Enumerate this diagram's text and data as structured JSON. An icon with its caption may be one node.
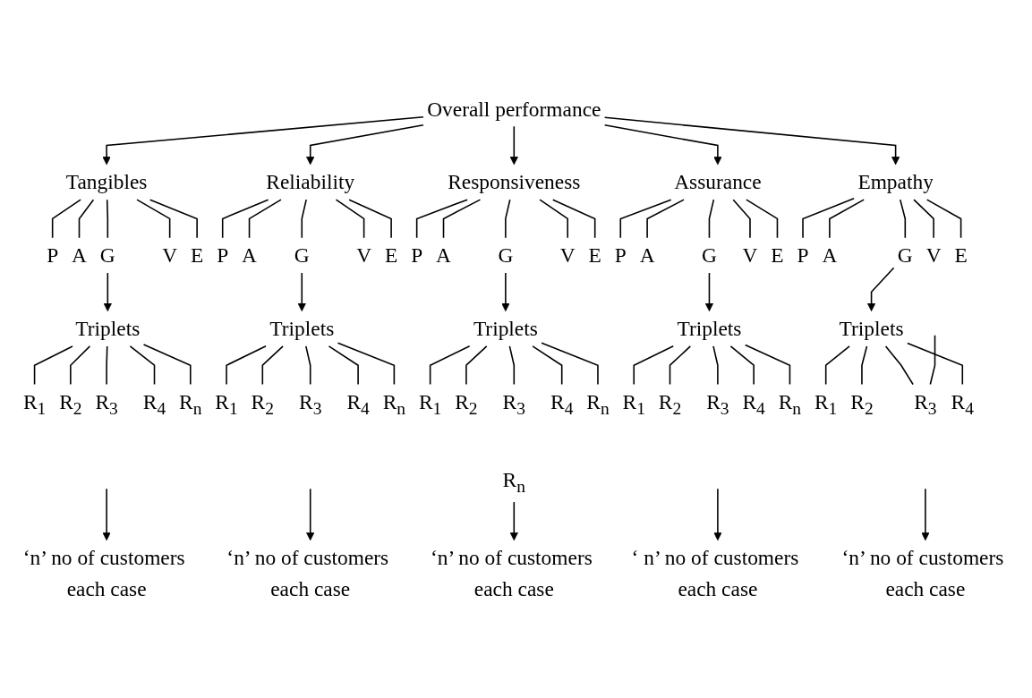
{
  "diagram": {
    "nodes": [
      {
        "text": [
          "Overall performance"
        ]
      },
      {
        "text": [
          "Tangibles"
        ]
      },
      {
        "text": [
          "Reliability"
        ]
      },
      {
        "text": [
          "Responsiveness"
        ]
      },
      {
        "text": [
          "Assurance"
        ]
      },
      {
        "text": [
          "Empathy"
        ]
      },
      {
        "text": [
          "P"
        ]
      },
      {
        "text": [
          "A"
        ]
      },
      {
        "text": [
          "G"
        ]
      },
      {
        "text": [
          "V"
        ]
      },
      {
        "text": [
          "E"
        ]
      },
      {
        "text": [
          "P"
        ]
      },
      {
        "text": [
          "A"
        ]
      },
      {
        "text": [
          "G"
        ]
      },
      {
        "text": [
          "V"
        ]
      },
      {
        "text": [
          "E"
        ]
      },
      {
        "text": [
          "P"
        ]
      },
      {
        "text": [
          "A"
        ]
      },
      {
        "text": [
          "G"
        ]
      },
      {
        "text": [
          "V"
        ]
      },
      {
        "text": [
          "E"
        ]
      },
      {
        "text": [
          "P"
        ]
      },
      {
        "text": [
          "A"
        ]
      },
      {
        "text": [
          "G"
        ]
      },
      {
        "text": [
          "V"
        ]
      },
      {
        "text": [
          "E"
        ]
      },
      {
        "text": [
          "P"
        ]
      },
      {
        "text": [
          "A"
        ]
      },
      {
        "text": [
          "G"
        ]
      },
      {
        "text": [
          "V"
        ]
      },
      {
        "text": [
          "E"
        ]
      },
      {
        "text": [
          "Triplets"
        ]
      },
      {
        "text": [
          "Triplets"
        ]
      },
      {
        "text": [
          "Triplets"
        ]
      },
      {
        "text": [
          "Triplets"
        ]
      },
      {
        "text": [
          "Triplets"
        ]
      },
      {
        "text": [
          "R$_{1}$"
        ]
      },
      {
        "text": [
          "R$_{2}$"
        ]
      },
      {
        "text": [
          "R$_{3}$"
        ]
      },
      {
        "text": [
          "R$_{4}$"
        ]
      },
      {
        "text": [
          "R$_{n}$"
        ]
      },
      {
        "text": [
          "R$_{1}$"
        ]
      },
      {
        "text": [
          "R$_{2}$"
        ]
      },
      {
        "text": [
          "R$_{3}$"
        ]
      },
      {
        "text": [
          "R$_{4}$"
        ]
      },
      {
        "text": [
          "R$_{n}$"
        ]
      },
      {
        "text": [
          "R$_{1}$"
        ]
      },
      {
        "text": [
          "R$_{2}$"
        ]
      },
      {
        "text": [
          "R$_{3}$"
        ]
      },
      {
        "text": [
          "R$_{4}$"
        ]
      },
      {
        "text": [
          "R$_{n}$"
        ]
      },
      {
        "text": [
          "R$_{1}$"
        ]
      },
      {
        "text": [
          "R$_{2}$"
        ]
      },
      {
        "text": [
          "R$_{3}$"
        ]
      },
      {
        "text": [
          "R$_{4}$"
        ]
      },
      {
        "text": [
          "R$_{n}$"
        ]
      },
      {
        "text": [
          "R$_{1}$"
        ]
      },
      {
        "text": [
          "R$_{2}$"
        ]
      },
      {
        "text": [
          "R$_{3}$"
        ]
      },
      {
        "text": [
          "R$_{4}$"
        ]
      },
      {
        "text": [
          "R$_{n}$"
        ]
      },
      {
        "text": [
          "‘n’ no of customers each case"
        ]
      },
      {
        "text": [
          "‘n’ no of customers each case"
        ]
      },
      {
        "text": [
          "‘n’ no of customers each case"
        ]
      },
      {
        "text": [
          "‘ n’ no of customers each case"
        ]
      },
      {
        "text": [
          "‘n’ no of customers each case"
        ]
      }
    ],
    "edges": [
      {
        "from": 0,
        "to": 1,
        "arrow": "to"
      },
      {
        "from": 0,
        "to": 2,
        "arrow": "to"
      },
      {
        "from": 0,
        "to": 3,
        "arrow": "to"
      },
      {
        "from": 0,
        "to": 4,
        "arrow": "to"
      },
      {
        "from": 0,
        "to": 5,
        "arrow": "to"
      },
      {
        "from": 1,
        "to": 6,
        "arrow": "none"
      },
      {
        "from": 1,
        "to": 7,
        "arrow": "none"
      },
      {
        "from": 1,
        "to": 8,
        "arrow": "none"
      },
      {
        "from": 1,
        "to": 9,
        "arrow": "none"
      },
      {
        "from": 1,
        "to": 10,
        "arrow": "none"
      },
      {
        "from": 2,
        "to": 11,
        "arrow": "none"
      },
      {
        "from": 2,
        "to": 12,
        "arrow": "none"
      },
      {
        "from": 2,
        "to": 13,
        "arrow": "none"
      },
      {
        "from": 2,
        "to": 14,
        "arrow": "none"
      },
      {
        "from": 2,
        "to": 15,
        "arrow": "none"
      },
      {
        "from": 3,
        "to": 16,
        "arrow": "none"
      },
      {
        "from": 3,
        "to": 17,
        "arrow": "none"
      },
      {
        "from": 3,
        "to": 18,
        "arrow": "none"
      },
      {
        "from": 3,
        "to": 19,
        "arrow": "none"
      },
      {
        "from": 3,
        "to": 20,
        "arrow": "none"
      },
      {
        "from": 4,
        "to": 21,
        "arrow": "none"
      },
      {
        "from": 4,
        "to": 22,
        "arrow": "none"
      },
      {
        "from": 4,
        "to": 23,
        "arrow": "none"
      },
      {
        "from": 4,
        "to": 24,
        "arrow": "none"
      },
      {
        "from": 4,
        "to": 25,
        "arrow": "none"
      },
      {
        "from": 5,
        "to": 26,
        "arrow": "none"
      },
      {
        "from": 5,
        "to": 27,
        "arrow": "none"
      },
      {
        "from": 5,
        "to": 28,
        "arrow": "none"
      },
      {
        "from": 5,
        "to": 29,
        "arrow": "none"
      },
      {
        "from": 5,
        "to": 30,
        "arrow": "none"
      },
      {
        "from": 8,
        "to": 31,
        "arrow": "to"
      },
      {
        "from": 13,
        "to": 32,
        "arrow": "to"
      },
      {
        "from": 18,
        "to": 33,
        "arrow": "to"
      },
      {
        "from": 23,
        "to": 34,
        "arrow": "to"
      },
      {
        "from": 28,
        "to": 35,
        "arrow": "to"
      },
      {
        "from": 31,
        "to": 36,
        "arrow": "none"
      },
      {
        "from": 31,
        "to": 37,
        "arrow": "none"
      },
      {
        "from": 31,
        "to": 38,
        "arrow": "none"
      },
      {
        "from": 31,
        "to": 39,
        "arrow": "none"
      },
      {
        "from": 31,
        "to": 40,
        "arrow": "none"
      },
      {
        "from": 32,
        "to": 41,
        "arrow": "none"
      },
      {
        "from": 32,
        "to": 42,
        "arrow": "none"
      },
      {
        "from": 32,
        "to": 43,
        "arrow": "none"
      },
      {
        "from": 32,
        "to": 44,
        "arrow": "none"
      },
      {
        "from": 32,
        "to": 45,
        "arrow": "none"
      },
      {
        "from": 33,
        "to": 46,
        "arrow": "none"
      },
      {
        "from": 33,
        "to": 47,
        "arrow": "none"
      },
      {
        "from": 33,
        "to": 48,
        "arrow": "none"
      },
      {
        "from": 33,
        "to": 49,
        "arrow": "none"
      },
      {
        "from": 33,
        "to": 50,
        "arrow": "none"
      },
      {
        "from": 34,
        "to": 51,
        "arrow": "none"
      },
      {
        "from": 34,
        "to": 52,
        "arrow": "none"
      },
      {
        "from": 34,
        "to": 53,
        "arrow": "none"
      },
      {
        "from": 34,
        "to": 54,
        "arrow": "none"
      },
      {
        "from": 34,
        "to": 55,
        "arrow": "none"
      },
      {
        "from": 35,
        "to": 56,
        "arrow": "none"
      },
      {
        "from": 35,
        "to": 57,
        "arrow": "none"
      },
      {
        "from": 35,
        "to": 58,
        "arrow": "none"
      },
      {
        "from": 35,
        "to": 59,
        "arrow": "none"
      },
      {
        "from": null,
        "to": 58,
        "arrow": "none"
      },
      {
        "from": null,
        "to": 61,
        "arrow": "to"
      },
      {
        "from": null,
        "to": 62,
        "arrow": "to"
      },
      {
        "from": 60,
        "to": 63,
        "arrow": "to"
      },
      {
        "from": null,
        "to": 64,
        "arrow": "to"
      },
      {
        "from": null,
        "to": 65,
        "arrow": "to"
      }
    ]
  }
}
